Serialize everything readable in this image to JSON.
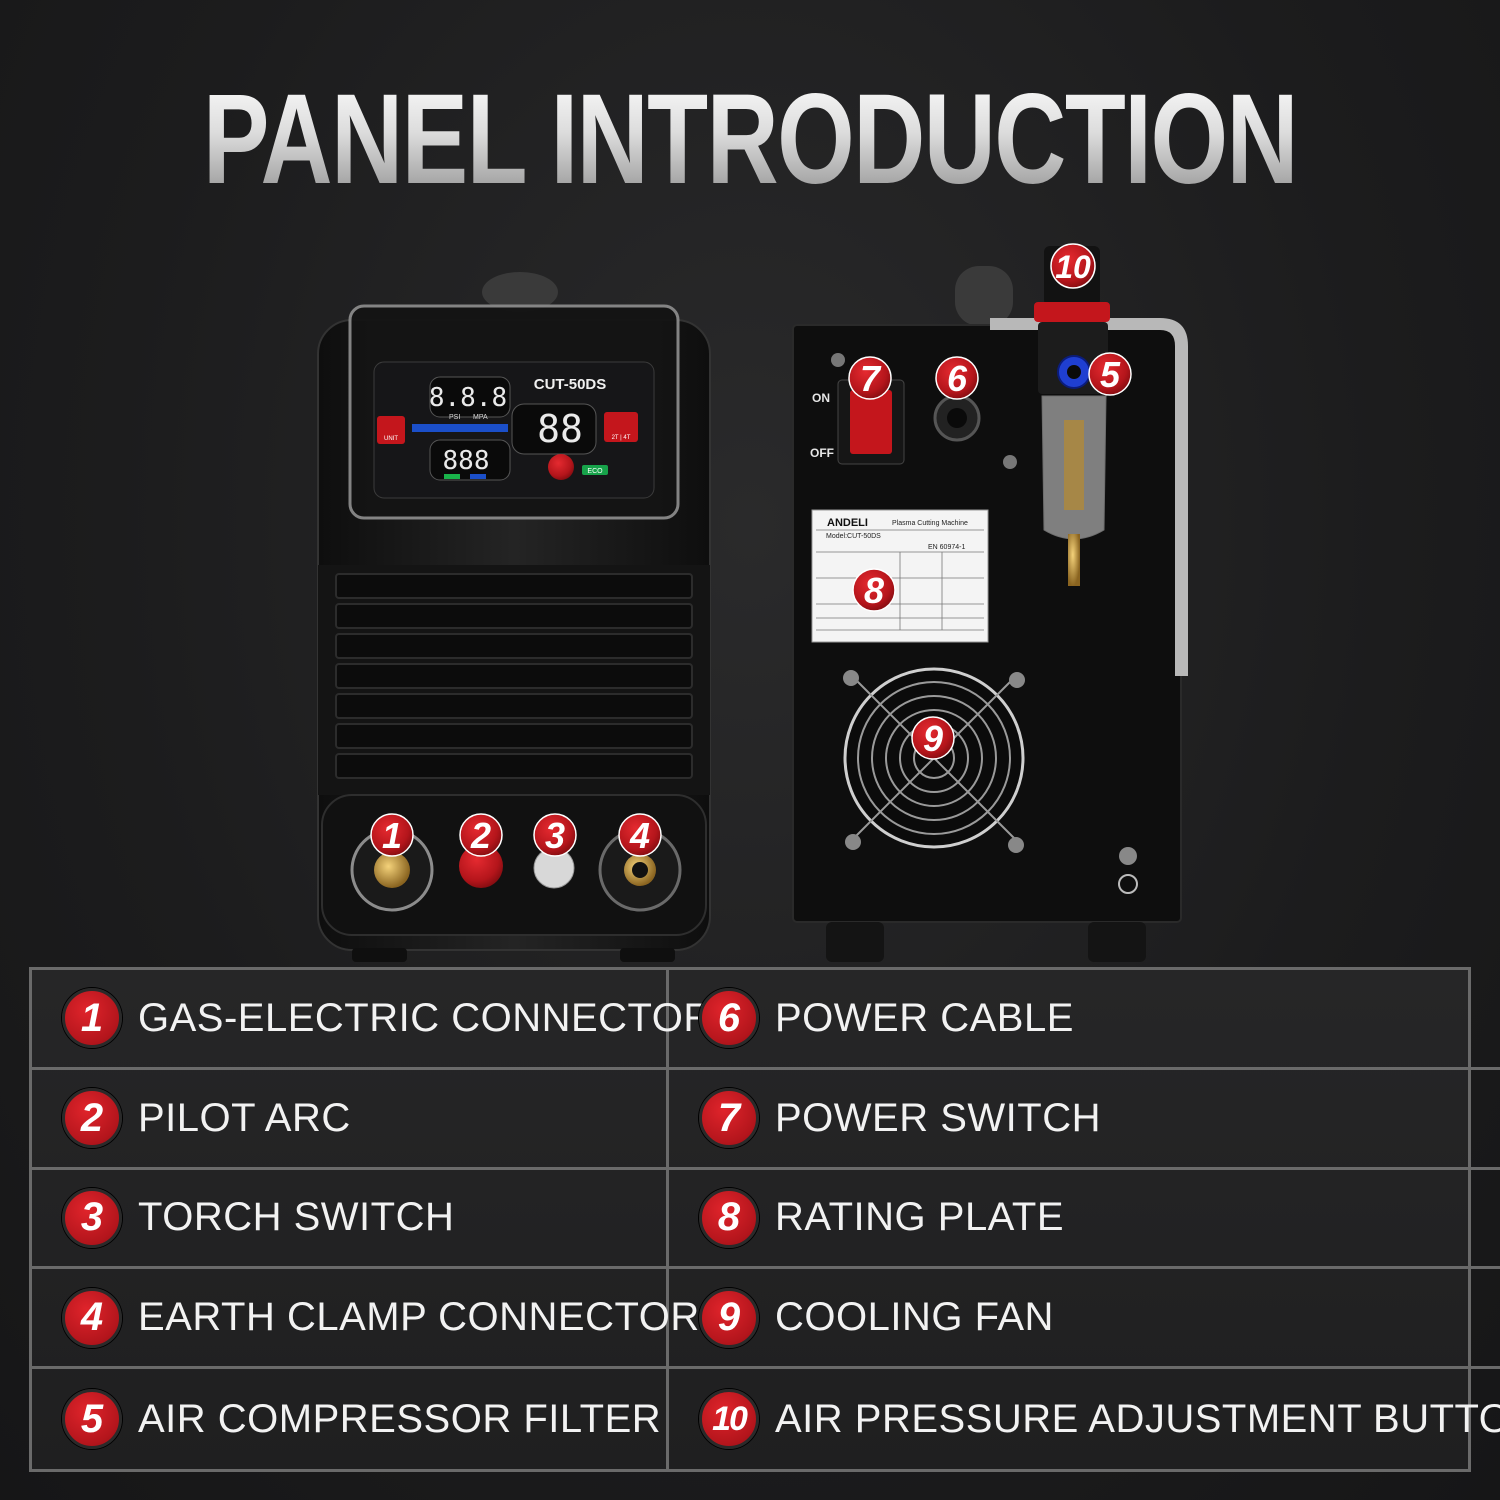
{
  "title": "PANEL INTRODUCTION",
  "front_panel": {
    "model": "CUT-50DS",
    "display_top": "8.8.8",
    "display_mid": "88",
    "display_bottom": "888",
    "psi_label": "PSI",
    "mpa_label": "MPA",
    "unit_label": "UNIT",
    "mode_label": "2T | 4T",
    "eco_label": "ECO"
  },
  "back_panel": {
    "on_label": "ON",
    "off_label": "OFF",
    "plate_brand": "ANDELI",
    "plate_title": "Plasma Cutting Machine",
    "plate_model": "Model:CUT-50DS",
    "plate_standard": "EN 60974-1"
  },
  "markers": [
    "1",
    "2",
    "3",
    "4",
    "5",
    "6",
    "7",
    "8",
    "9",
    "10"
  ],
  "legend": [
    {
      "num": "1",
      "label": "GAS-ELECTRIC CONNECTOR"
    },
    {
      "num": "6",
      "label": "POWER CABLE"
    },
    {
      "num": "2",
      "label": "PILOT ARC"
    },
    {
      "num": "7",
      "label": "POWER SWITCH"
    },
    {
      "num": "3",
      "label": "TORCH SWITCH"
    },
    {
      "num": "8",
      "label": "RATING PLATE"
    },
    {
      "num": "4",
      "label": "EARTH CLAMP CONNECTOR"
    },
    {
      "num": "9",
      "label": "COOLING FAN"
    },
    {
      "num": "5",
      "label": "AIR COMPRESSOR FILTER"
    },
    {
      "num": "10",
      "label": "AIR PRESSURE ADJUSTMENT BUTTON"
    }
  ],
  "colors": {
    "marker_red": "#c4161c",
    "panel_bg": "#1c1c1d",
    "border": "#6a6a6a",
    "text": "#f2f2f2"
  }
}
